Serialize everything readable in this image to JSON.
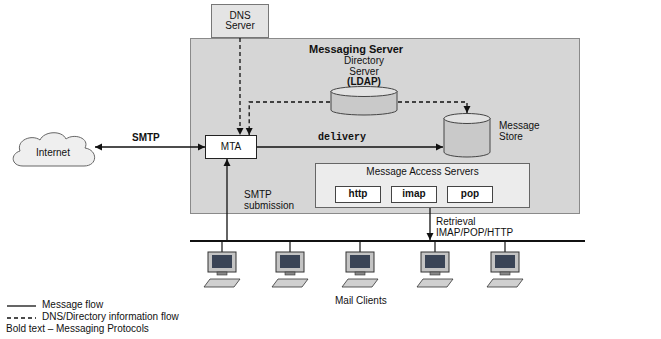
{
  "diagram": {
    "nodes": [
      {
        "text": [
          "DNS Server"
        ]
      },
      {
        "text": [
          "Messaging Server"
        ]
      },
      {
        "text": [
          "Directory Server",
          "(LDAP)"
        ],
        "in": 1
      },
      {
        "text": [
          "Internet"
        ]
      },
      {
        "text": [
          "MTA"
        ],
        "in": 1
      },
      {
        "text": [
          "Message Store"
        ],
        "in": 1
      },
      {
        "text": [
          "Message Access Servers"
        ],
        "in": 1
      },
      {
        "text": [
          "http"
        ],
        "in": 6
      },
      {
        "text": [
          "imap"
        ],
        "in": 6
      },
      {
        "text": [
          "pop"
        ],
        "in": 6
      },
      {
        "text": [
          "Mail Clients"
        ]
      }
    ],
    "edges": [
      {
        "from": 3,
        "to": 4,
        "label": "SMTP",
        "arrow": "both"
      },
      {
        "from": 0,
        "to": 4,
        "arrow": "to"
      },
      {
        "from": 2,
        "to": 4,
        "arrow": "to"
      },
      {
        "from": 2,
        "to": 5,
        "arrow": "to"
      },
      {
        "from": 4,
        "to": 5,
        "label": "delivery",
        "arrow": "to"
      },
      {
        "from": 10,
        "to": 4,
        "label": "SMTP submission",
        "arrow": "to"
      },
      {
        "from": 6,
        "to": 10,
        "label": "Retrieval IMAP/POP/HTTP",
        "arrow": "to"
      }
    ],
    "legend": [
      {
        "text": "Message flow"
      },
      {
        "text": "DNS/Directory information flow"
      },
      {
        "text": "Bold text – Messaging Protocols"
      }
    ]
  }
}
